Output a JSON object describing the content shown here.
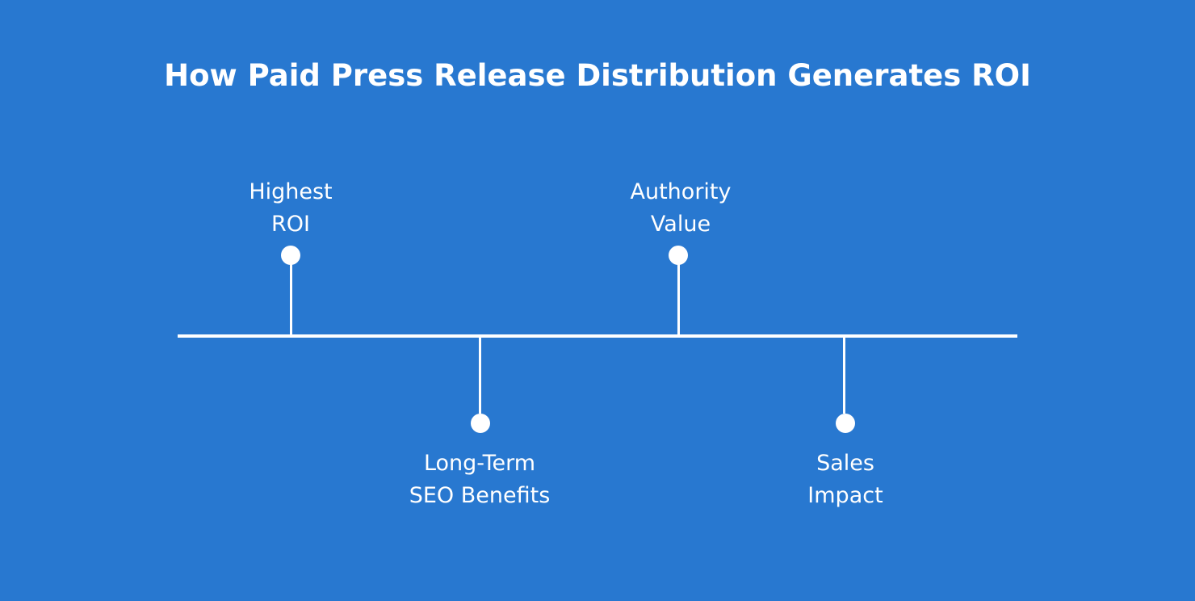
{
  "title": "How Paid Press Release Distribution Generates ROI",
  "colors": {
    "background": "#2878d0",
    "foreground": "#ffffff"
  },
  "milestones": [
    {
      "line1": "Highest",
      "line2": "ROI",
      "side": "above"
    },
    {
      "line1": "Long-Term",
      "line2": "SEO Benefits",
      "side": "below"
    },
    {
      "line1": "Authority",
      "line2": "Value",
      "side": "above"
    },
    {
      "line1": "Sales",
      "line2": "Impact",
      "side": "below"
    }
  ]
}
